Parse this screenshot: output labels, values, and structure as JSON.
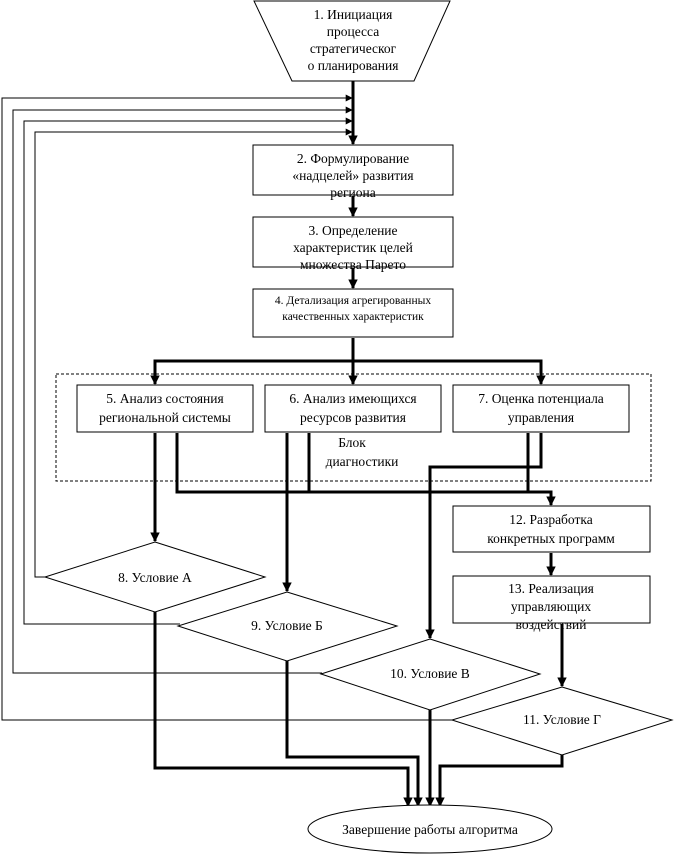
{
  "nodes": {
    "start": [
      "1. Инициация",
      "процесса",
      "стратегическог",
      "о планирования"
    ],
    "n2": [
      "2. Формулирование",
      "«надцелей» развития",
      "региона"
    ],
    "n3": [
      "3. Определение",
      "характеристик целей",
      "множества Парето"
    ],
    "n4": [
      "4. Детализация агрегированных",
      "качественных характеристик"
    ],
    "n5": [
      "5. Анализ состояния",
      "региональной системы"
    ],
    "n6": [
      "6. Анализ имеющихся",
      "ресурсов развития"
    ],
    "n7": [
      "7. Оценка потенциала",
      "управления"
    ],
    "group": [
      "Блок",
      "диагностики"
    ],
    "n12": [
      "12. Разработка",
      "конкретных программ"
    ],
    "n13": [
      "13. Реализация",
      "управляющих",
      "воздействий"
    ],
    "d8": "8. Условие А",
    "d9": "9. Условие Б",
    "d10": "10. Условие В",
    "d11": "11. Условие Г",
    "end": "Завершение работы алгоритма"
  }
}
